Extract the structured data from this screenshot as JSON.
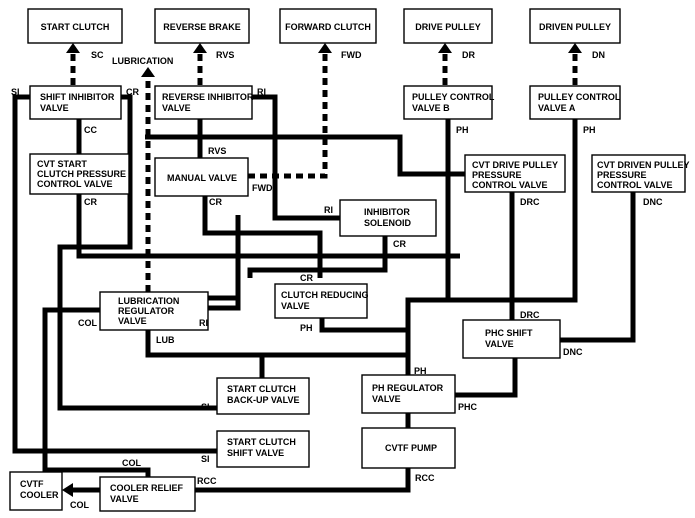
{
  "boxes": {
    "start_clutch": "START CLUTCH",
    "reverse_brake": "REVERSE BRAKE",
    "forward_clutch": "FORWARD CLUTCH",
    "drive_pulley": "DRIVE PULLEY",
    "driven_pulley": "DRIVEN PULLEY",
    "shift_inhibitor": [
      "SHIFT INHIBITOR",
      "VALVE"
    ],
    "reverse_inhibitor": [
      "REVERSE INHIBITOR",
      "VALVE"
    ],
    "pulley_control_b": [
      "PULLEY CONTROL",
      "VALVE B"
    ],
    "pulley_control_a": [
      "PULLEY CONTROL",
      "VALVE A"
    ],
    "cvt_start_clutch_pcv": [
      "CVT START",
      "CLUTCH PRESSURE",
      "CONTROL VALVE"
    ],
    "manual_valve": "MANUAL VALVE",
    "cvt_drive_pulley_pcv": [
      "CVT DRIVE PULLEY",
      "PRESSURE",
      "CONTROL VALVE"
    ],
    "cvt_driven_pulley_pcv": [
      "CVT DRIVEN PULLEY",
      "PRESSURE",
      "CONTROL VALVE"
    ],
    "inhibitor_solenoid": [
      "INHIBITOR",
      "SOLENOID"
    ],
    "clutch_reducing": [
      "CLUTCH REDUCING",
      "VALVE"
    ],
    "lubrication_regulator": [
      "LUBRICATION",
      "REGULATOR",
      "VALVE"
    ],
    "phc_shift": [
      "PHC SHIFT",
      "VALVE"
    ],
    "start_clutch_backup": [
      "START CLUTCH",
      "BACK-UP VALVE"
    ],
    "ph_regulator": [
      "PH REGULATOR",
      "VALVE"
    ],
    "start_clutch_shift": [
      "START CLUTCH",
      "SHIFT VALVE"
    ],
    "cvtf_pump": "CVTF PUMP",
    "cvtf_cooler": [
      "CVTF",
      "COOLER"
    ],
    "cooler_relief": [
      "COOLER RELIEF",
      "VALVE"
    ]
  },
  "labels": {
    "sc": "SC",
    "rvs_top": "RVS",
    "fwd_top": "FWD",
    "dr": "DR",
    "dn": "DN",
    "lubrication": "LUBRICATION",
    "si_left": "SI",
    "cr_shift": "CR",
    "ri_rev": "RI",
    "cc": "CC",
    "rvs_mid": "RVS",
    "ph_b": "PH",
    "ph_a": "PH",
    "cr_cvt": "CR",
    "fwd_manual": "FWD",
    "cr_manual": "CR",
    "drc_right": "DRC",
    "dnc_right": "DNC",
    "ri_sol": "RI",
    "cr_sol": "CR",
    "cr_mid": "CR",
    "ph_cr": "PH",
    "col_left": "COL",
    "ri_lub": "RI",
    "lub": "LUB",
    "drc_phc": "DRC",
    "dnc_phc": "DNC",
    "ph_main": "PH",
    "si_backup": "SI",
    "phc": "PHC",
    "si_shift": "SI",
    "col_bottom": "COL",
    "rcc_left": "RCC",
    "rcc_right": "RCC",
    "col_cooler": "COL"
  }
}
